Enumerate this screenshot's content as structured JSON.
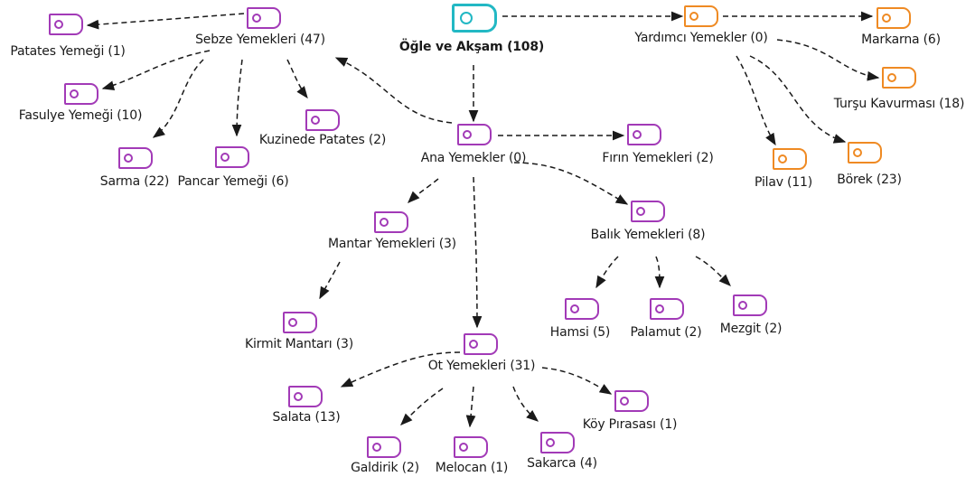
{
  "colors": {
    "purple": "#a23ab7",
    "orange": "#ef8a23",
    "cyan": "#22b8c4",
    "edge": "#1a1a1a"
  },
  "nodes": {
    "root": {
      "label": "Öğle ve Akşam (108)",
      "color": "cyan",
      "icon": "folder-icon"
    },
    "yardimci": {
      "label": "Yardımcı Yemekler (0)",
      "color": "orange",
      "icon": "folder-icon"
    },
    "markarna": {
      "label": "Markarna  (6)",
      "color": "orange",
      "icon": "folder-icon"
    },
    "tursu": {
      "label": "Turşu Kavurması (18)",
      "color": "orange",
      "icon": "folder-icon"
    },
    "pilav": {
      "label": "Pilav  (11)",
      "color": "orange",
      "icon": "folder-icon"
    },
    "borek": {
      "label": "Börek  (23)",
      "color": "orange",
      "icon": "folder-icon"
    },
    "ana": {
      "label": "Ana Yemekler (0)",
      "color": "purple",
      "icon": "folder-icon"
    },
    "firin": {
      "label": "Fırın Yemekleri  (2)",
      "color": "purple",
      "icon": "folder-icon"
    },
    "sebze": {
      "label": "Sebze Yemekleri (47)",
      "color": "purple",
      "icon": "folder-icon"
    },
    "patates": {
      "label": "Patates Yemeği (1)",
      "color": "purple",
      "icon": "folder-icon"
    },
    "fasulye": {
      "label": "Fasulye Yemeği  (10)",
      "color": "purple",
      "icon": "folder-icon"
    },
    "sarma": {
      "label": "Sarma  (22)",
      "color": "purple",
      "icon": "folder-icon"
    },
    "pancar": {
      "label": "Pancar Yemeği (6)",
      "color": "purple",
      "icon": "folder-icon"
    },
    "kuzinede": {
      "label": "Kuzinede Patates (2)",
      "color": "purple",
      "icon": "folder-icon"
    },
    "mantar": {
      "label": "Mantar Yemekleri (3)",
      "color": "purple",
      "icon": "folder-icon"
    },
    "kirmit": {
      "label": "Kirmit Mantarı (3)",
      "color": "purple",
      "icon": "folder-icon"
    },
    "ot": {
      "label": "Ot Yemekleri (31)",
      "color": "purple",
      "icon": "folder-icon"
    },
    "salata": {
      "label": "Salata (13)",
      "color": "purple",
      "icon": "folder-icon"
    },
    "galdirik": {
      "label": "Galdirik (2)",
      "color": "purple",
      "icon": "folder-icon"
    },
    "melocan": {
      "label": "Melocan (1)",
      "color": "purple",
      "icon": "folder-icon"
    },
    "sakarca": {
      "label": "Sakarca (4)",
      "color": "purple",
      "icon": "folder-icon"
    },
    "koy": {
      "label": "Köy Pırasası (1)",
      "color": "purple",
      "icon": "folder-icon"
    },
    "balik": {
      "label": "Balık Yemekleri (8)",
      "color": "purple",
      "icon": "folder-icon"
    },
    "hamsi": {
      "label": "Hamsi (5)",
      "color": "purple",
      "icon": "folder-icon"
    },
    "palamut": {
      "label": "Palamut (2)",
      "color": "purple",
      "icon": "folder-icon"
    },
    "mezgit": {
      "label": "Mezgit (2)",
      "color": "purple",
      "icon": "folder-icon"
    }
  },
  "edges": [
    [
      "root",
      "yardimci"
    ],
    [
      "yardimci",
      "markarna"
    ],
    [
      "yardimci",
      "tursu"
    ],
    [
      "yardimci",
      "pilav"
    ],
    [
      "yardimci",
      "borek"
    ],
    [
      "root",
      "ana"
    ],
    [
      "ana",
      "firin"
    ],
    [
      "ana",
      "sebze"
    ],
    [
      "sebze",
      "patates"
    ],
    [
      "sebze",
      "fasulye"
    ],
    [
      "sebze",
      "sarma"
    ],
    [
      "sebze",
      "pancar"
    ],
    [
      "sebze",
      "kuzinede"
    ],
    [
      "ana",
      "mantar"
    ],
    [
      "mantar",
      "kirmit"
    ],
    [
      "ana",
      "ot"
    ],
    [
      "ot",
      "salata"
    ],
    [
      "ot",
      "galdirik"
    ],
    [
      "ot",
      "melocan"
    ],
    [
      "ot",
      "sakarca"
    ],
    [
      "ot",
      "koy"
    ],
    [
      "ana",
      "balik"
    ],
    [
      "balik",
      "hamsi"
    ],
    [
      "balik",
      "palamut"
    ],
    [
      "balik",
      "mezgit"
    ]
  ]
}
